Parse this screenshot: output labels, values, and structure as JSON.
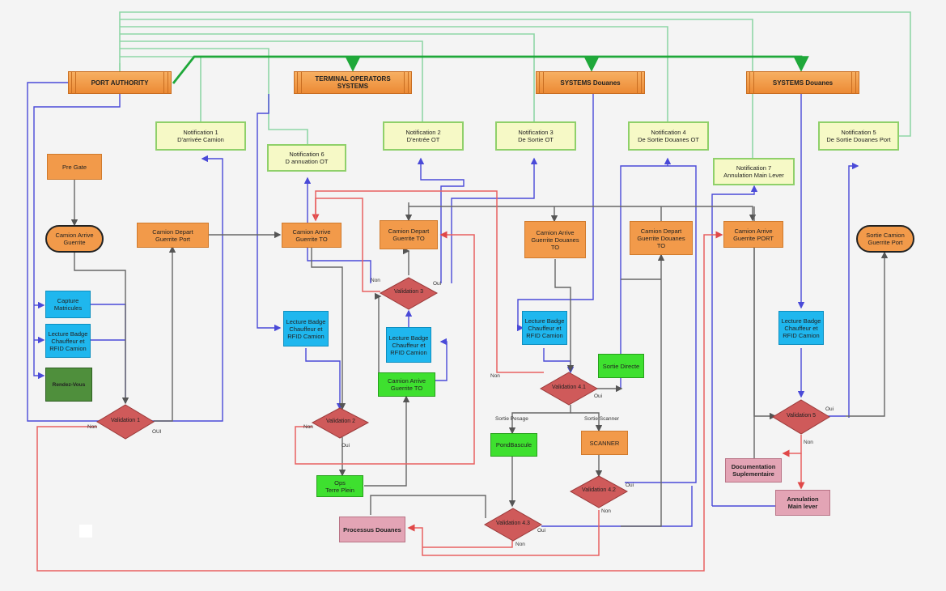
{
  "systems": {
    "port_authority": "PORT AUTHORITY",
    "terminal_operators": "TERMINAL OPERATORS\nSYSTEMS",
    "douanes_1": "SYSTEMS Douanes",
    "douanes_2": "SYSTEMS Douanes"
  },
  "notifications": {
    "n1": "Notification 1\nD'arrivée Camion",
    "n2": "Notification 2\nD'entrée OT",
    "n3": "Notification 3\nDe Sortie OT",
    "n4": "Notification 4\nDe Sortie Douanes OT",
    "n5": "Notification 5\nDe Sortie Douanes Port",
    "n6": "Notification 6\nD annuation OT",
    "n7": "Notification 7\nAnnulation Main Lever"
  },
  "process": {
    "pre_gate": "Pre Gate",
    "camion_arrive_guerrite": "Camion Arrive\nGuerrite",
    "camion_depart_port": "Camion Depart\nGuerrite Port",
    "camion_arrive_to": "Camion Arrive\nGuerrite TO",
    "camion_depart_to": "Camion Depart\nGuerrite TO",
    "camion_arrive_douanes_to": "Camion Arrive\nGuerrite Douanes\nTO",
    "camion_depart_douanes_to": "Camion Depart\nGuerrite Douanes\nTO",
    "camion_arrive_port": "Camion Arrive\nGuerrite PORT",
    "sortie_camion_port": "Sortie Camion\nGuerrite Port",
    "capture_matricules": "Capture\nMatricules",
    "lecture_badge_1": "Lecture Badge\nChauffeur et\nRFID Camion",
    "lecture_badge_2": "Lecture Badge\nChauffeur et\nRFID Camion",
    "lecture_badge_3": "Lecture Badge\nChauffeur et\nRFID Camion",
    "lecture_badge_4": "Lecture Badge\nChauffeur et\nRFID Camion",
    "lecture_badge_5": "Lecture Badge\nChauffeur et\nRFID Camion",
    "rendez_vous": "Rendez-Vous",
    "camion_arrive_to_green": "Camion Arrive\nGuerrite TO",
    "ops_terre_plein": "Ops\nTerre Plein",
    "sortie_directe": "Sortie Directe",
    "pont_bascule": "PondBascule",
    "scanner": "SCANNER",
    "processus_douanes": "Processus  Douanes",
    "documentation": "Documentation\nSuplementaire",
    "annulation": "Annulation\nMain lever"
  },
  "decisions": {
    "v1": "Validation 1",
    "v2": "Validation 2",
    "v3": "Validation 3",
    "v41": "Validation 4.1",
    "v42": "Validation 4.2",
    "v43": "Validation 4.3",
    "v5": "Validation 5"
  },
  "edge_labels": {
    "non_1": "Non",
    "oui_1": "OUI",
    "non_2": "Non",
    "oui_2": "Oui",
    "non_3": "Non",
    "oui_3": "Oui",
    "non_41": "Non",
    "oui_41": "Oui",
    "sortie_pesage": "Sortie Pesage",
    "sortie_scanner": "Sortie Scanner",
    "oui_42": "Oui",
    "non_42": "Non",
    "oui_43": "Oui",
    "non_43": "Non",
    "oui_5": "Oui",
    "non_5": "Non"
  },
  "colors": {
    "main_bus": "#1fa83a",
    "notification_link": "#7fcf9a",
    "data_link": "#4a4ad8",
    "flow": "#666666",
    "reject": "#e86060"
  }
}
